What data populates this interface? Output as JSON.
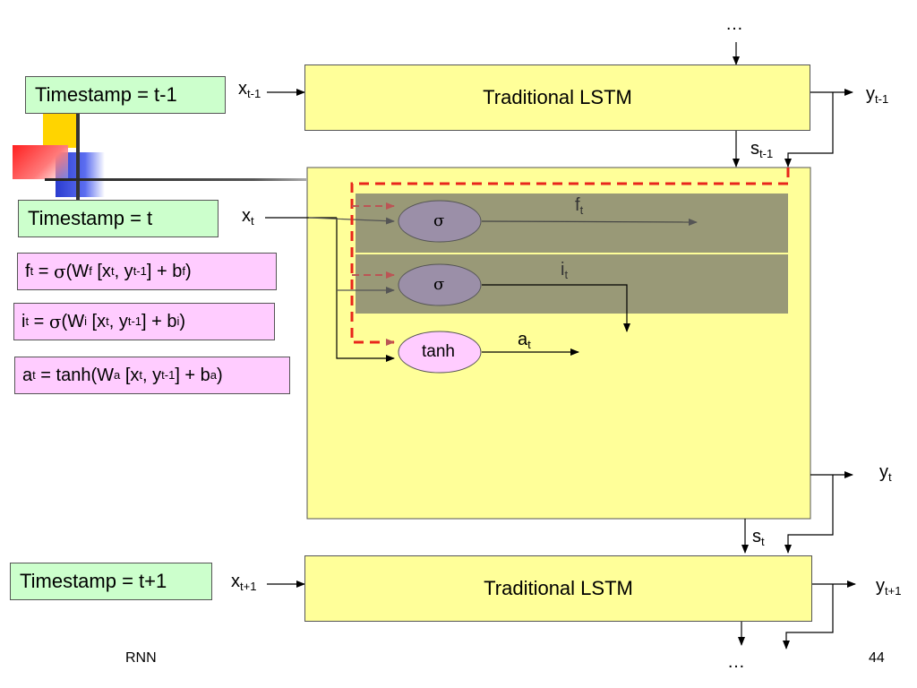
{
  "ellipsis": "…",
  "timestamps": {
    "prev": "Timestamp = t-1",
    "curr": "Timestamp = t",
    "next": "Timestamp = t+1"
  },
  "lstm": {
    "prev_label": "Traditional LSTM",
    "next_label": "Traditional LSTM"
  },
  "inputs": {
    "x_prev": {
      "base": "x",
      "sub": "t-1"
    },
    "x_curr": {
      "base": "x",
      "sub": "t"
    },
    "x_next": {
      "base": "x",
      "sub": "t+1"
    }
  },
  "outputs": {
    "y_prev": {
      "base": "y",
      "sub": "t-1"
    },
    "y_curr": {
      "base": "y",
      "sub": "t"
    },
    "y_next": {
      "base": "y",
      "sub": "t+1"
    }
  },
  "states": {
    "s_prev": {
      "base": "s",
      "sub": "t-1"
    },
    "s_curr": {
      "base": "s",
      "sub": "t"
    }
  },
  "gates": {
    "sigma": "σ",
    "tanh": "tanh",
    "f": {
      "base": "f",
      "sub": "t"
    },
    "i": {
      "base": "i",
      "sub": "t"
    },
    "a": {
      "base": "a",
      "sub": "t"
    }
  },
  "equations": {
    "f": {
      "lhs": "f",
      "lhs_sub": "t",
      "eq": " = ",
      "fn": "σ",
      "open": "(W",
      "w_sub": "f",
      "args_a": " [x",
      "x_sub": "t",
      "args_b": ", y",
      "y_sub": "t-1",
      "args_c": "] + b",
      "b_sub": "f",
      "close": ")"
    },
    "i": {
      "lhs": "i",
      "lhs_sub": "t",
      "eq": " = ",
      "fn": "σ",
      "open": "(W",
      "w_sub": "i",
      "args_a": " [x",
      "x_sub": "t",
      "args_b": ", y",
      "y_sub": "t-1",
      "args_c": "] + b",
      "b_sub": "i",
      "close": ")"
    },
    "a": {
      "lhs": "a",
      "lhs_sub": "t",
      "eq": " = ",
      "fn": "tanh",
      "open": "(W",
      "w_sub": "a",
      "args_a": " [x",
      "x_sub": "t",
      "args_b": ", y",
      "y_sub": "t-1",
      "args_c": "] + b",
      "b_sub": "a",
      "close": ")"
    }
  },
  "footer": {
    "left": "RNN",
    "page": "44"
  },
  "colors": {
    "yellow": "#ffff99",
    "green": "#ccffcc",
    "pink": "#ffccff",
    "gate_band": "#999977",
    "dashed": "#e8261c",
    "ellipse": "#9b8fa8"
  }
}
